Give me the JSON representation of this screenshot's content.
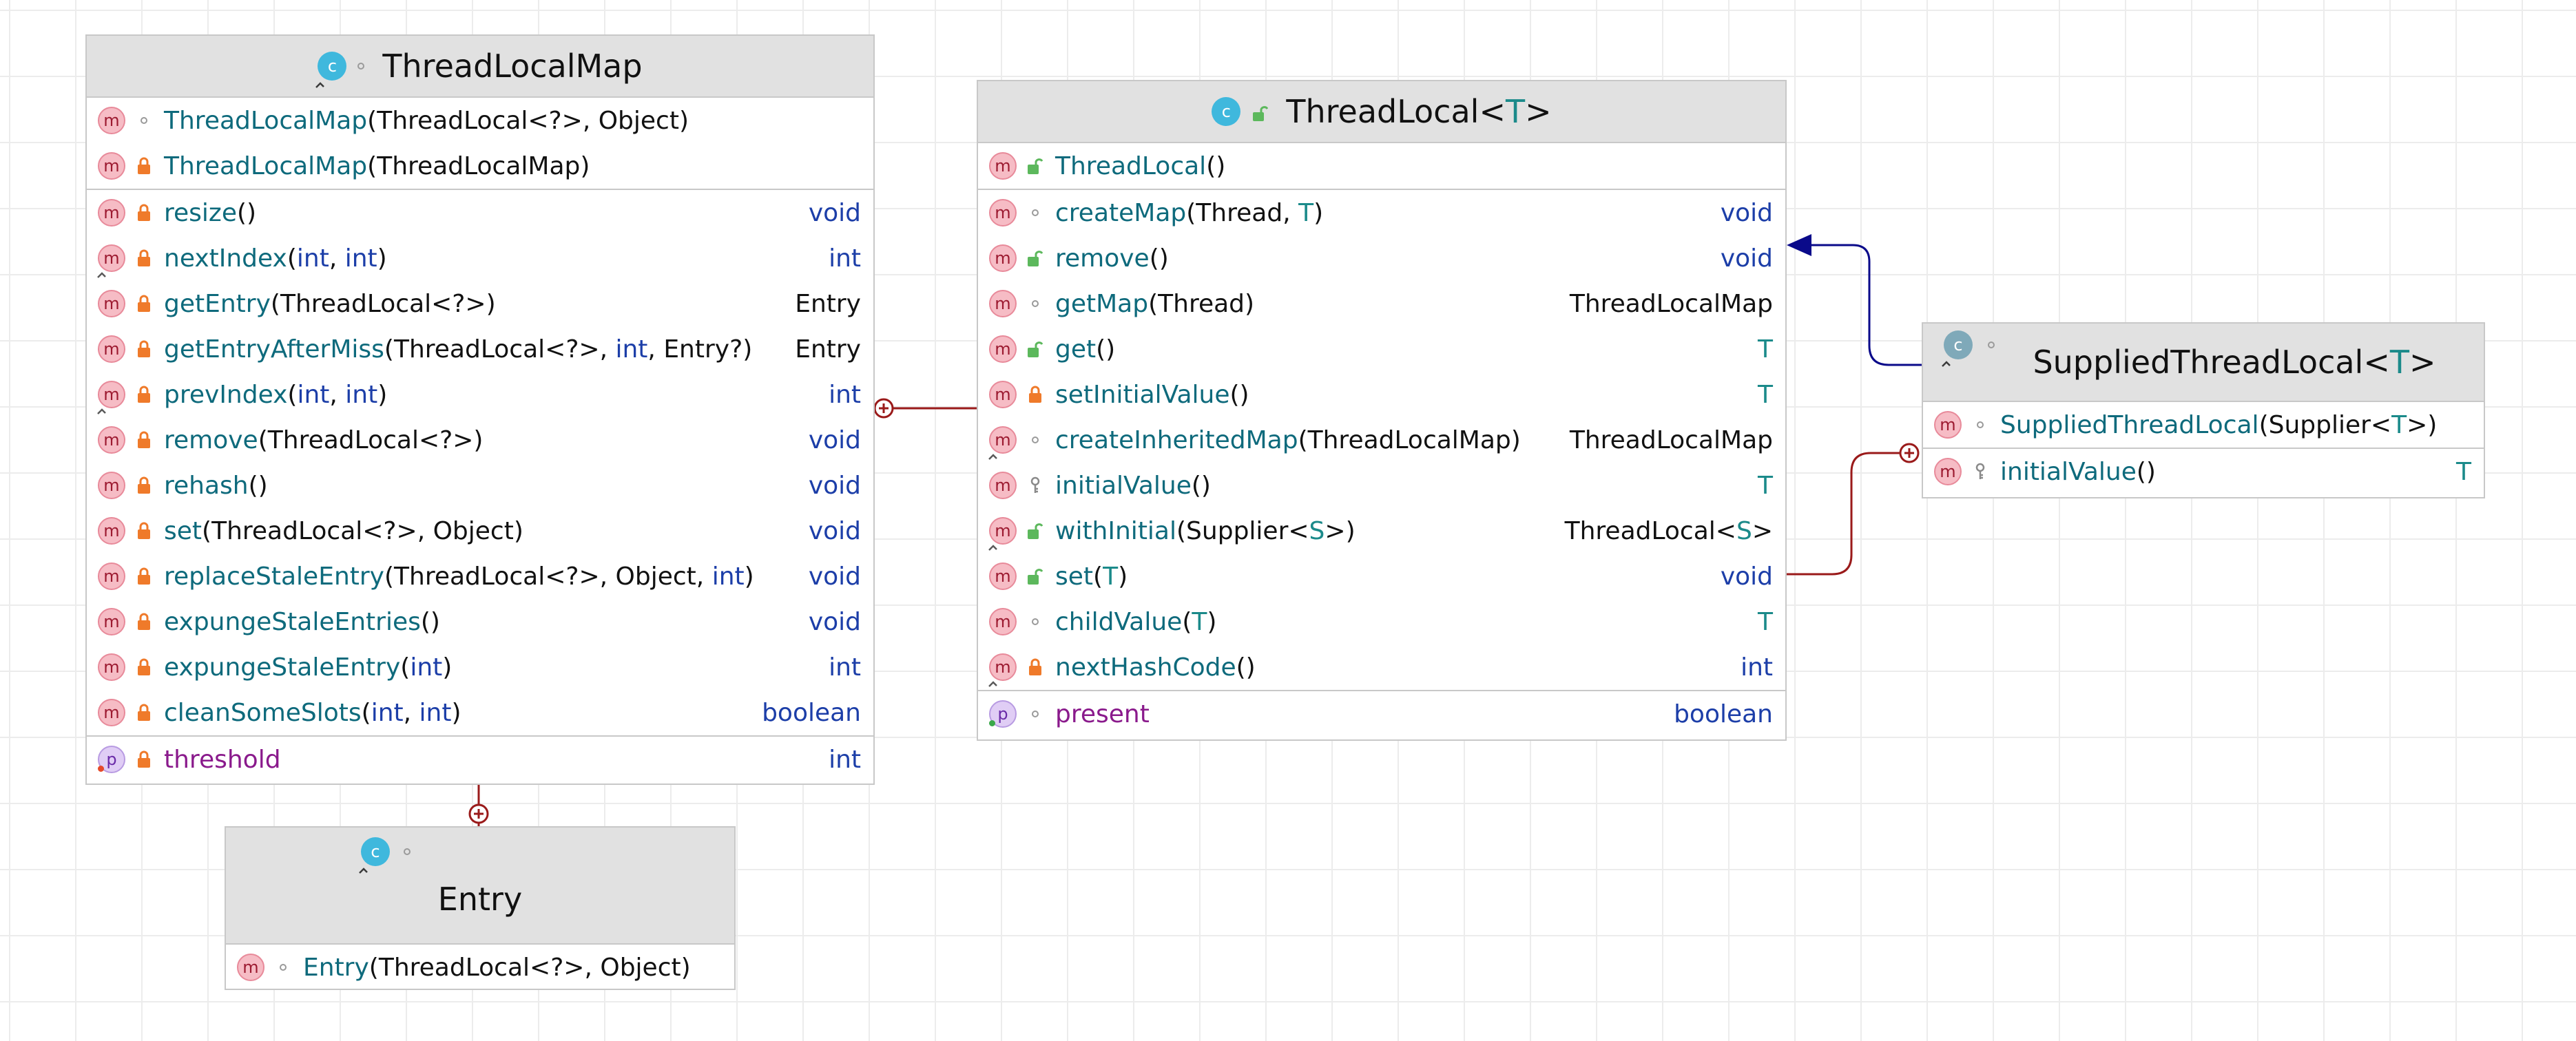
{
  "colors": {
    "canvas": "#ffffff",
    "grid": "#ececec",
    "box_border": "#c8c8c8",
    "header": "#e1e1e1",
    "method_name": "#0e6a7c",
    "keyword": "#1c3ea8",
    "type_param": "#1b8a8a",
    "property": "#8a1a8c",
    "inheritance_arrow": "#0a0a8a",
    "inner_class_link": "#9a1a1a",
    "private_lock": "#ef7a2a",
    "public_lock": "#5cb85c"
  },
  "icons": {
    "method_badge": "m",
    "property_badge": "p",
    "class_badge": "c"
  },
  "thread_local_map": {
    "title": "ThreadLocalMap",
    "constructors": [
      {
        "visibility": "package",
        "name": "ThreadLocalMap",
        "params": [
          {
            "text": "ThreadLocal<?>",
            "k": "b"
          },
          {
            "text": ", ",
            "k": "b"
          },
          {
            "text": "Object",
            "k": "b"
          }
        ]
      },
      {
        "visibility": "private",
        "name": "ThreadLocalMap",
        "params": [
          {
            "text": "ThreadLocalMap",
            "k": "b"
          }
        ]
      }
    ],
    "methods": [
      {
        "visibility": "private",
        "name": "resize",
        "params": [],
        "ret": "void",
        "retk": "kw"
      },
      {
        "visibility": "private",
        "static": true,
        "name": "nextIndex",
        "params": [
          {
            "text": "int",
            "k": "kw"
          },
          {
            "text": ", ",
            "k": "b"
          },
          {
            "text": "int",
            "k": "kw"
          }
        ],
        "ret": "int",
        "retk": "kw"
      },
      {
        "visibility": "private",
        "name": "getEntry",
        "params": [
          {
            "text": "ThreadLocal<?>",
            "k": "b"
          }
        ],
        "ret": "Entry",
        "retk": "b"
      },
      {
        "visibility": "private",
        "name": "getEntryAfterMiss",
        "params": [
          {
            "text": "ThreadLocal<?>",
            "k": "b"
          },
          {
            "text": ", ",
            "k": "b"
          },
          {
            "text": "int",
            "k": "kw"
          },
          {
            "text": ", ",
            "k": "b"
          },
          {
            "text": "Entry?",
            "k": "b"
          }
        ],
        "ret": "Entry",
        "retk": "b"
      },
      {
        "visibility": "private",
        "static": true,
        "name": "prevIndex",
        "params": [
          {
            "text": "int",
            "k": "kw"
          },
          {
            "text": ", ",
            "k": "b"
          },
          {
            "text": "int",
            "k": "kw"
          }
        ],
        "ret": "int",
        "retk": "kw"
      },
      {
        "visibility": "private",
        "name": "remove",
        "params": [
          {
            "text": "ThreadLocal<?>",
            "k": "b"
          }
        ],
        "ret": "void",
        "retk": "kw"
      },
      {
        "visibility": "private",
        "name": "rehash",
        "params": [],
        "ret": "void",
        "retk": "kw"
      },
      {
        "visibility": "private",
        "name": "set",
        "params": [
          {
            "text": "ThreadLocal<?>",
            "k": "b"
          },
          {
            "text": ", ",
            "k": "b"
          },
          {
            "text": "Object",
            "k": "b"
          }
        ],
        "ret": "void",
        "retk": "kw"
      },
      {
        "visibility": "private",
        "name": "replaceStaleEntry",
        "params": [
          {
            "text": "ThreadLocal<?>",
            "k": "b"
          },
          {
            "text": ", ",
            "k": "b"
          },
          {
            "text": "Object",
            "k": "b"
          },
          {
            "text": ", ",
            "k": "b"
          },
          {
            "text": "int",
            "k": "kw"
          }
        ],
        "ret": "void",
        "retk": "kw"
      },
      {
        "visibility": "private",
        "name": "expungeStaleEntries",
        "params": [],
        "ret": "void",
        "retk": "kw"
      },
      {
        "visibility": "private",
        "name": "expungeStaleEntry",
        "params": [
          {
            "text": "int",
            "k": "kw"
          }
        ],
        "ret": "int",
        "retk": "kw"
      },
      {
        "visibility": "private",
        "name": "cleanSomeSlots",
        "params": [
          {
            "text": "int",
            "k": "kw"
          },
          {
            "text": ", ",
            "k": "b"
          },
          {
            "text": "int",
            "k": "kw"
          }
        ],
        "ret": "boolean",
        "retk": "kw"
      }
    ],
    "properties": [
      {
        "visibility": "private",
        "name": "threshold",
        "ret": "int",
        "retk": "kw"
      }
    ]
  },
  "thread_local": {
    "title_base": "ThreadLocal",
    "title_param": "T",
    "constructors": [
      {
        "visibility": "public",
        "name": "ThreadLocal",
        "params": []
      }
    ],
    "methods": [
      {
        "visibility": "package",
        "name": "createMap",
        "params": [
          {
            "text": "Thread",
            "k": "b"
          },
          {
            "text": ", ",
            "k": "b"
          },
          {
            "text": "T",
            "k": "tp"
          }
        ],
        "ret": "void",
        "retk": "kw"
      },
      {
        "visibility": "public",
        "name": "remove",
        "params": [],
        "ret": "void",
        "retk": "kw"
      },
      {
        "visibility": "package",
        "name": "getMap",
        "params": [
          {
            "text": "Thread",
            "k": "b"
          }
        ],
        "ret": "ThreadLocalMap",
        "retk": "b"
      },
      {
        "visibility": "public",
        "name": "get",
        "params": [],
        "ret": "T",
        "retk": "tp"
      },
      {
        "visibility": "private",
        "name": "setInitialValue",
        "params": [],
        "ret": "T",
        "retk": "tp"
      },
      {
        "visibility": "package",
        "static": true,
        "name": "createInheritedMap",
        "params": [
          {
            "text": "ThreadLocalMap",
            "k": "b"
          }
        ],
        "ret": "ThreadLocalMap",
        "retk": "b"
      },
      {
        "visibility": "protected",
        "name": "initialValue",
        "params": [],
        "ret": "T",
        "retk": "tp"
      },
      {
        "visibility": "public",
        "static": true,
        "name": "withInitial",
        "params": [
          {
            "text": "Supplier<",
            "k": "b"
          },
          {
            "text": "S",
            "k": "tp"
          },
          {
            "text": ">",
            "k": "b"
          }
        ],
        "ret_parts": [
          {
            "text": "ThreadLocal<",
            "k": "b"
          },
          {
            "text": "S",
            "k": "tp"
          },
          {
            "text": ">",
            "k": "b"
          }
        ]
      },
      {
        "visibility": "public",
        "name": "set",
        "params": [
          {
            "text": "T",
            "k": "tp"
          }
        ],
        "ret": "void",
        "retk": "kw"
      },
      {
        "visibility": "package",
        "name": "childValue",
        "params": [
          {
            "text": "T",
            "k": "tp"
          }
        ],
        "ret": "T",
        "retk": "tp"
      },
      {
        "visibility": "private",
        "static": true,
        "name": "nextHashCode",
        "params": [],
        "ret": "int",
        "retk": "kw"
      }
    ],
    "properties": [
      {
        "visibility": "package",
        "static": true,
        "name": "present",
        "ret": "boolean",
        "retk": "kw"
      }
    ]
  },
  "supplied_thread_local": {
    "title_base": "SuppliedThreadLocal",
    "title_param": "T",
    "constructors": [
      {
        "visibility": "package",
        "name": "SuppliedThreadLocal",
        "params": [
          {
            "text": "Supplier<",
            "k": "b"
          },
          {
            "text": "T",
            "k": "tp"
          },
          {
            "text": ">",
            "k": "b"
          }
        ]
      }
    ],
    "methods": [
      {
        "visibility": "protected",
        "name": "initialValue",
        "params": [],
        "ret": "T",
        "retk": "tp"
      }
    ],
    "properties": []
  },
  "entry": {
    "title": "Entry",
    "constructors": [
      {
        "visibility": "package",
        "name": "Entry",
        "params": [
          {
            "text": "ThreadLocal<?>",
            "k": "b"
          },
          {
            "text": ", ",
            "k": "b"
          },
          {
            "text": "Object",
            "k": "b"
          }
        ]
      }
    ],
    "methods": [],
    "properties": []
  }
}
